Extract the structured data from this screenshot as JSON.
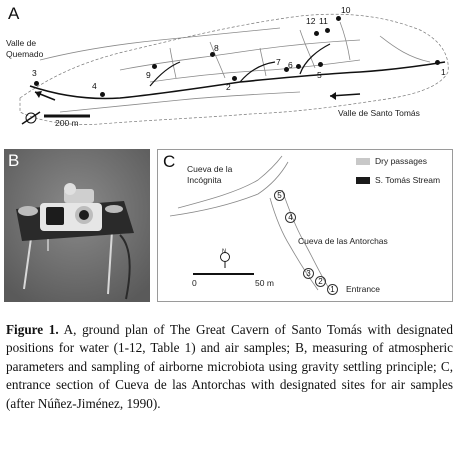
{
  "panel_a": {
    "letter": "A",
    "labels": {
      "valle_quemado": "Valle de\nQuemado",
      "valle_santo_tomas": "Valle de Santo Tomás",
      "scale": "200 m"
    },
    "points": [
      "1",
      "2",
      "3",
      "4",
      "5",
      "6",
      "7",
      "8",
      "9",
      "10",
      "11",
      "12"
    ]
  },
  "panel_b": {
    "letter": "B"
  },
  "panel_c": {
    "letter": "C",
    "labels": {
      "cueva_incognita": "Cueva de la\nIncógnita",
      "cueva_antorchas": "Cueva de las Antorchas",
      "entrance": "Entrance",
      "scale_start": "0",
      "scale_end": "50 m",
      "north": "N"
    },
    "legend": [
      {
        "label": "Dry passages",
        "color": "#c8c8c8"
      },
      {
        "label": "S. Tomás Stream",
        "color": "#1a1a1a"
      }
    ],
    "sites": [
      "1",
      "2",
      "3",
      "4",
      "5"
    ]
  },
  "caption": {
    "lead": "Figure 1.",
    "text": " A, ground plan of The Great Cavern of Santo Tomás with designated positions for water (1-12, Table 1) and air samples; B, measuring of atmospheric parameters and sampling of airborne microbiota using gravity settling principle; C, entrance section of Cueva de las Antorchas with designated sites for air samples (after Núñez-Jiménez, 1990)."
  }
}
